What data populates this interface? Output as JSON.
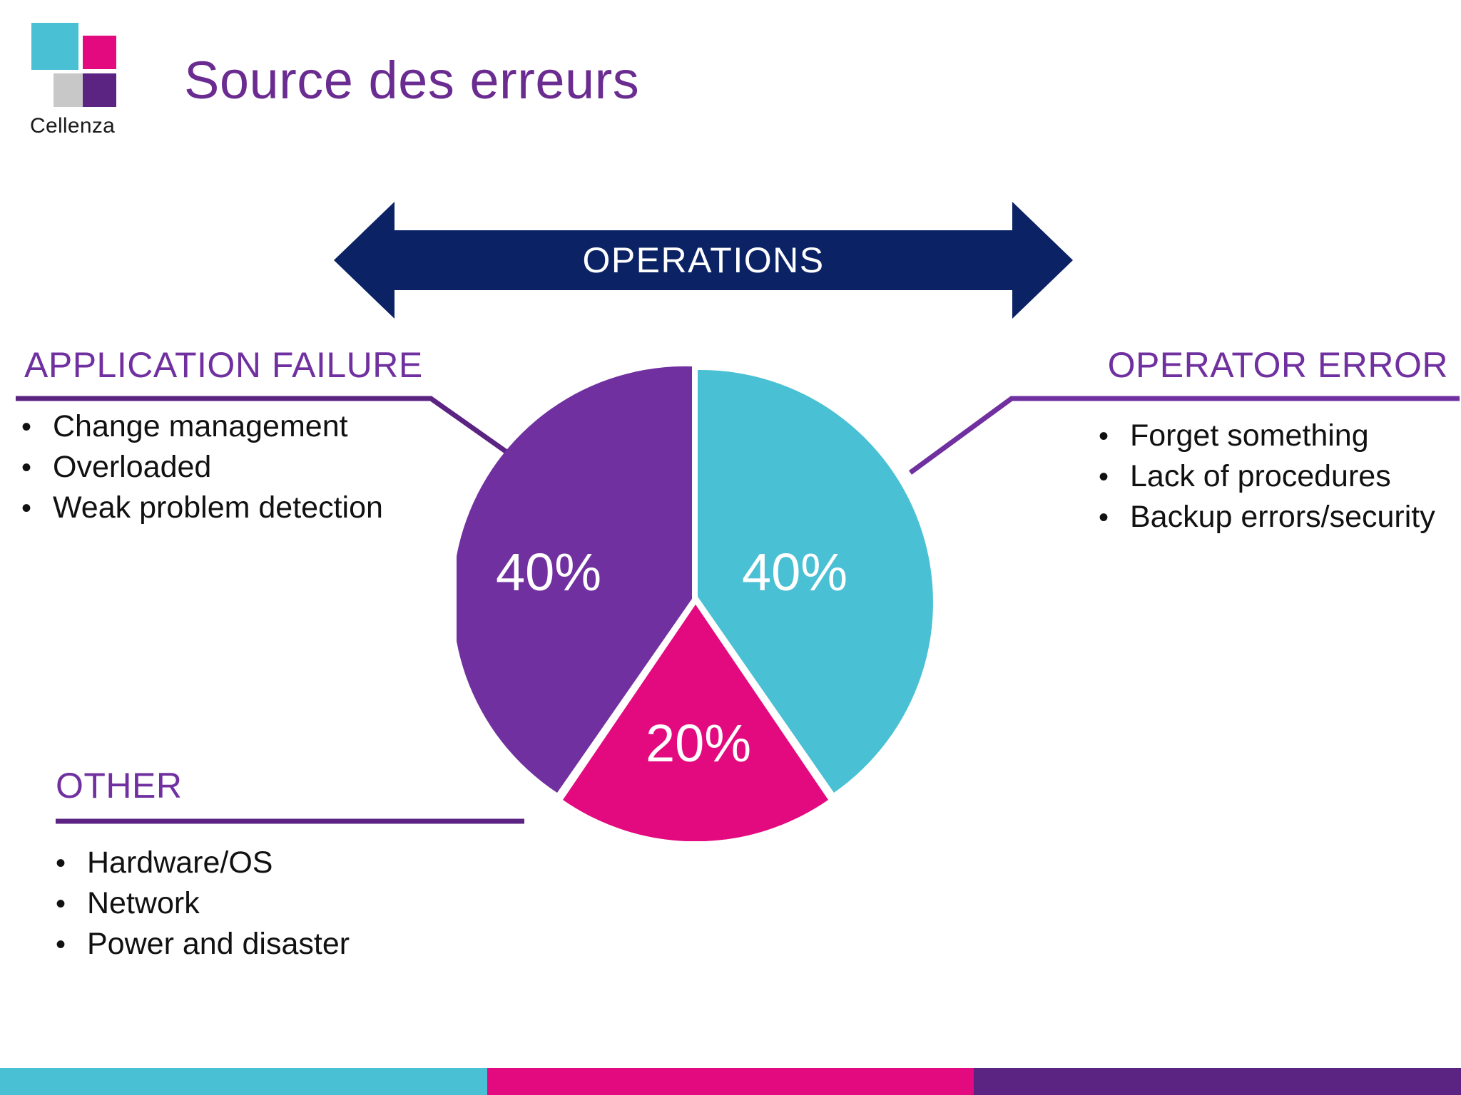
{
  "brand": {
    "logo_name": "Cellenza",
    "colors": {
      "cyan": "#4AC0D4",
      "magenta": "#E3097E",
      "purple": "#5B2382",
      "gray": "#C8C8C8",
      "title_purple": "#6B2C91",
      "heading_purple": "#7030A0",
      "navy": "#0B2265"
    }
  },
  "header": {
    "title": "Source des erreurs"
  },
  "banner": {
    "label": "OPERATIONS",
    "fill": "#0B2265",
    "direction": "double-headed-horizontal"
  },
  "sections": {
    "application_failure": {
      "heading": "APPLICATION FAILURE",
      "bullet_char": "•",
      "items": [
        "Change management",
        "Overloaded",
        "Weak problem detection"
      ]
    },
    "operator_error": {
      "heading": "OPERATOR ERROR",
      "bullet_char": "•",
      "items": [
        "Forget something",
        "Lack of procedures",
        "Backup errors/security"
      ]
    },
    "other": {
      "heading": "OTHER",
      "bullet_char": "•",
      "items": [
        "Hardware/OS",
        "Network",
        "Power and disaster"
      ]
    }
  },
  "pie_labels": {
    "application_failure": "40%",
    "operator_error": "40%",
    "other": "20%"
  },
  "bottom_bar": {
    "segments": [
      "#4AC0D4",
      "#E3097E",
      "#5B2382"
    ]
  },
  "chart_data": {
    "type": "pie",
    "title": "Source des erreurs",
    "categories": [
      "OPERATOR ERROR",
      "OTHER",
      "APPLICATION FAILURE"
    ],
    "values": [
      40,
      20,
      40
    ],
    "labels": [
      "40%",
      "20%",
      "40%"
    ],
    "colors": [
      "#4AC0D4",
      "#E3097E",
      "#7030A0"
    ],
    "unit": "percent",
    "total": 100,
    "start_angle_deg": 0,
    "direction": "clockwise",
    "legend": "callout-labels",
    "grid": false,
    "annotations": [
      "OPERATIONS spans APPLICATION FAILURE and OPERATOR ERROR"
    ]
  }
}
